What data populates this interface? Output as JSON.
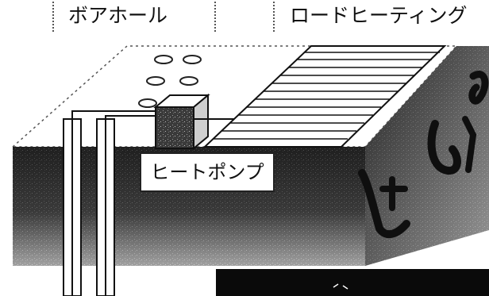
{
  "labels": {
    "borehole": "ボアホール",
    "road_heating": "ロードヒーティング",
    "heat_pump": "ヒートポンプ"
  },
  "colors": {
    "ground_dark": "#1a1a1a",
    "line": "#222222",
    "background": "#ffffff"
  }
}
